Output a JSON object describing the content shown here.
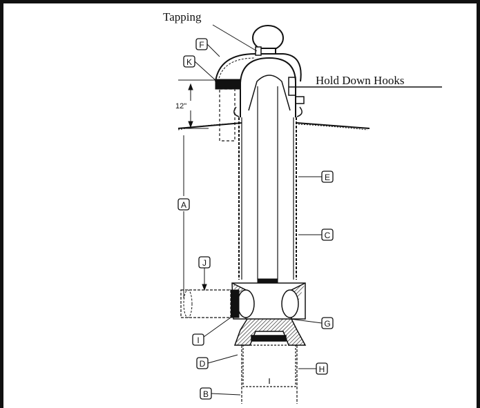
{
  "labels": {
    "tapping": "Tapping",
    "hold_down_hooks": "Hold Down Hooks",
    "twelve_inches": "12\""
  },
  "callouts": {
    "a": "A",
    "b": "B",
    "c": "C",
    "d": "D",
    "e": "E",
    "f": "F",
    "g": "G",
    "h": "H",
    "i": "I",
    "j": "J",
    "k": "K"
  },
  "colors": {
    "line": "#111111",
    "background": "#ffffff",
    "frame": "#111111"
  }
}
